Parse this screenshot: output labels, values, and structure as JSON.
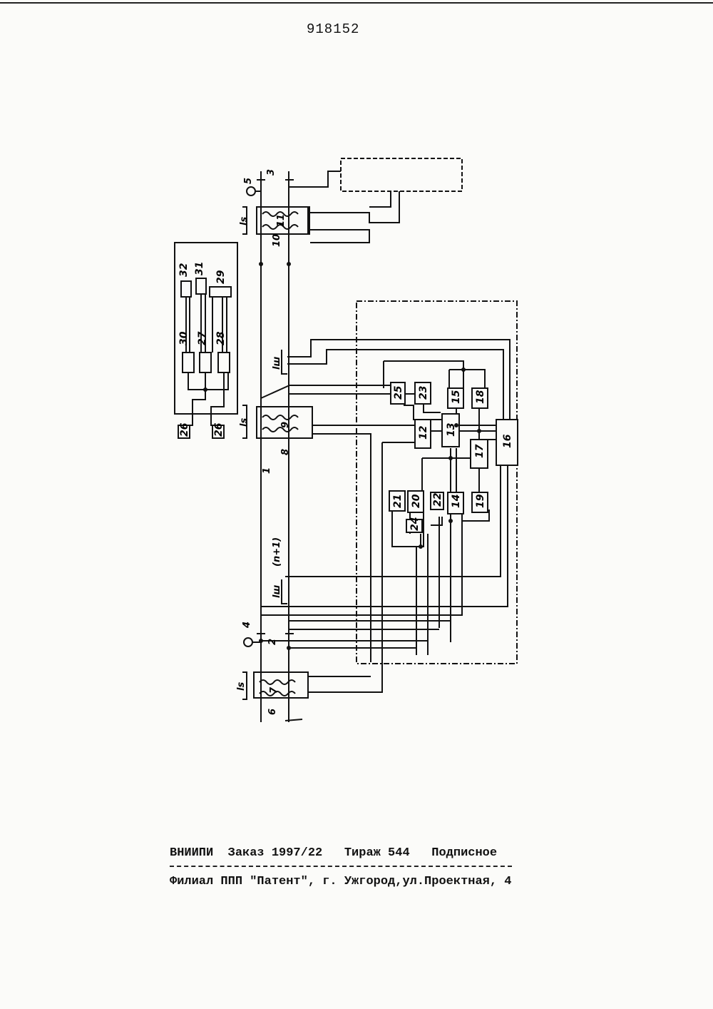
{
  "document": {
    "patent_number": "918152"
  },
  "diagram": {
    "block_labels": [
      "12",
      "13",
      "14",
      "15",
      "16",
      "17",
      "18",
      "19",
      "20",
      "21",
      "22",
      "23",
      "24",
      "25",
      "26",
      "26",
      "27",
      "28",
      "29",
      "30",
      "31",
      "32"
    ],
    "line_labels": {
      "l1": "1",
      "l2": "2",
      "l3": "3",
      "l4": "4",
      "l5": "5",
      "l6": "6",
      "l7": "7",
      "l8": "8",
      "l9": "9",
      "l10": "10",
      "l11": "11",
      "ls1": "ls",
      "ls2": "ls",
      "ls3": "ls",
      "lsh1": "lш",
      "lsh2": "lш",
      "n1": "(n+1)"
    }
  },
  "imprint": {
    "line1": "ВНИИПИ  Заказ 1997/22   Тираж 544   Подписное",
    "line2": "Филиал ППП \"Патент\", г. Ужгород,ул.Проектная, 4"
  }
}
